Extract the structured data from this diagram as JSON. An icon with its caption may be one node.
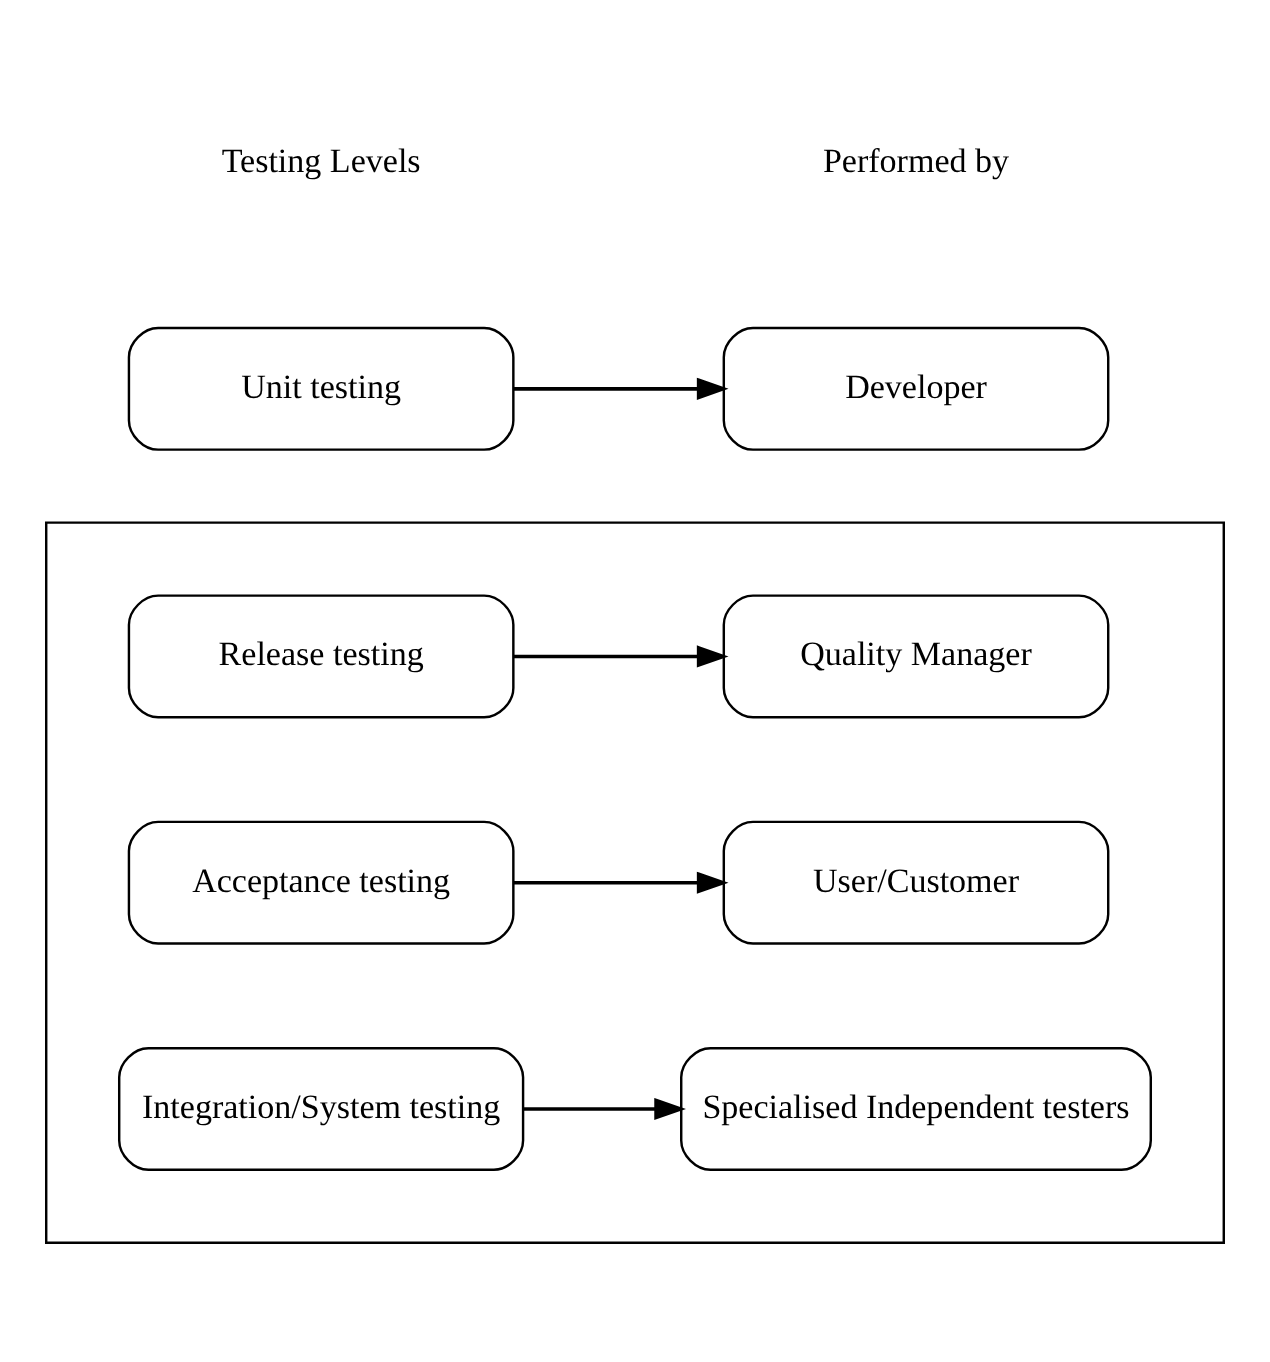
{
  "diagram": {
    "nodes": [
      {
        "text": [],
        "shape": "box"
      },
      {
        "text": [
          "Release testing"
        ],
        "in": 0
      },
      {
        "text": [
          "Quality Manager"
        ],
        "in": 0
      },
      {
        "text": [
          "Acceptance testing"
        ],
        "in": 0
      },
      {
        "text": [
          "User/Customer"
        ],
        "in": 0
      },
      {
        "text": [
          "Integration/System testing"
        ],
        "in": 0
      },
      {
        "text": [
          "Specialised Independent testers"
        ],
        "in": 0
      },
      {
        "text": [
          "Unit testing"
        ]
      },
      {
        "text": [
          "Developer"
        ]
      }
    ],
    "edges": [
      {
        "from": 1,
        "to": 2,
        "arrow": "to"
      },
      {
        "from": 3,
        "to": 4,
        "arrow": "to"
      },
      {
        "from": 5,
        "to": 6,
        "arrow": "to"
      },
      {
        "from": 7,
        "to": 8,
        "arrow": "to"
      }
    ],
    "labels": [
      "Testing Levels",
      "Performed by"
    ]
  }
}
